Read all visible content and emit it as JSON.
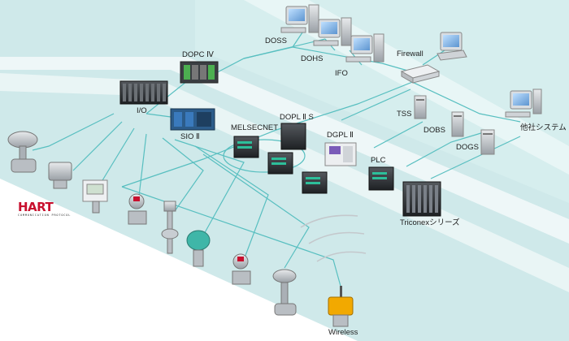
{
  "labels": {
    "doss": "DOSS",
    "dohs": "DOHS",
    "ifo": "IFO",
    "firewall": "Firewall",
    "dopc": "DOPC Ⅳ",
    "io": "I/O",
    "sio": "SIO Ⅱ",
    "melsecnet": "MELSECNET",
    "dopl2s": "DOPL Ⅱ S",
    "dgpl2": "DGPL Ⅱ",
    "tss": "TSS",
    "dobs": "DOBS",
    "dogs": "DOGS",
    "other_system": "他社システム",
    "plc": "PLC",
    "triconex": "Triconexシリーズ",
    "wireless": "Wireless"
  },
  "hart_logo": {
    "word": "HART",
    "subtitle": "COMMUNICATION PROTOCOL"
  },
  "colors": {
    "band": "#cfe9ea",
    "band_stripe": "#e4f3f3",
    "line": "#58bfc0",
    "device_gray": "#a9aeb4",
    "hart_red": "#c8102e",
    "monitor_screen": "#6fa8dc",
    "module_green": "#2d8a3e"
  }
}
